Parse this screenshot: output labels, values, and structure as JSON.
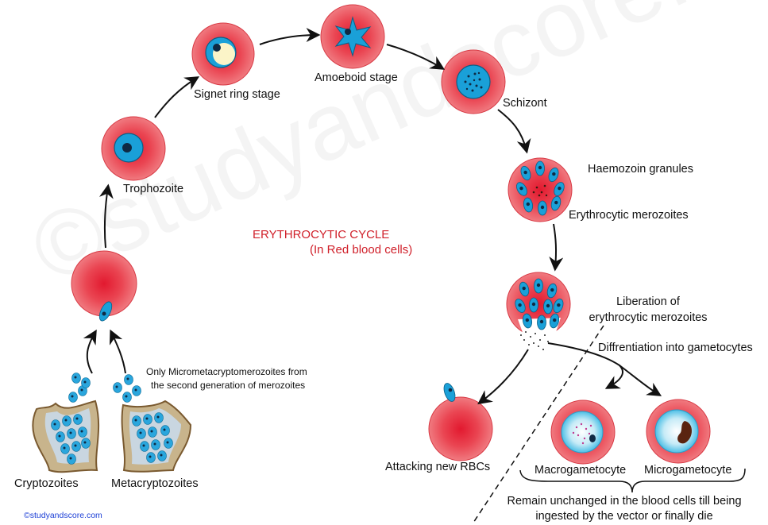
{
  "cycle": {
    "title": "ERYTHROCYTIC CYCLE",
    "subtitle": "(In Red blood cells)"
  },
  "labels": {
    "trophozoite": "Trophozoite",
    "signet_ring": "Signet ring stage",
    "amoeboid": "Amoeboid stage",
    "schizont": "Schizont",
    "haemozoin": "Haemozoin granules",
    "erythrocytic_merozoites": "Erythrocytic merozoites",
    "liberation_line1": "Liberation of",
    "liberation_line2": "erythrocytic merozoites",
    "differentiation": "Diffrentiation into gametocytes",
    "attacking": "Attacking new RBCs",
    "macrogametocyte": "Macrogametocyte",
    "microgametocyte": "Microgametocyte",
    "remain_line1": "Remain unchanged in the blood cells till being",
    "remain_line2": "ingested by the vector or finally die",
    "micromerozoites_line1": "Only  Micrometacryptomerozoites from",
    "micromerozoites_line2": "the second generation of merozoites",
    "cryptozoites": "Cryptozoites",
    "metacryptozoites": "Metacryptozoites"
  },
  "watermark": "©studyandscore.com",
  "credit": "©studyandscore.com",
  "colors": {
    "rbc_edge": "#e8505a",
    "rbc_center": "#e01830",
    "parasite": "#1aa0d8",
    "nucleus": "#0f2a44",
    "title_red": "#d0202a",
    "tissue": "#c8b48c"
  }
}
